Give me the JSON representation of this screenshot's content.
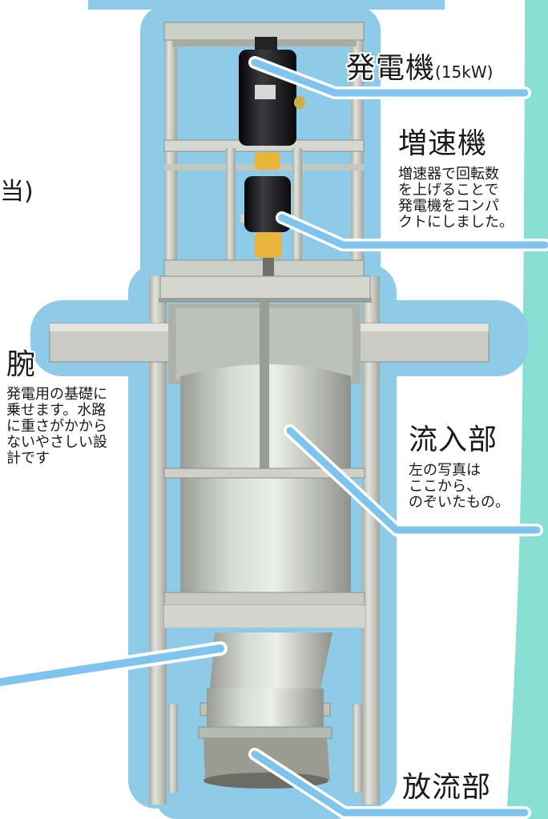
{
  "labels": {
    "generator": {
      "title": "発電機",
      "spec": "(15kW)"
    },
    "gearbox": {
      "title": "増速機",
      "desc": "増速器で回転数\nを上げることで\n発電機をコンパ\nクトにしました。"
    },
    "arm": {
      "title": "腕",
      "desc": "発電用の基礎に\n乗せます。水路\nに重さがかから\nないやさしい設\n計です"
    },
    "inflow": {
      "title": "流入部",
      "desc": "左の写真は\nここから、\nのぞいたもの。"
    },
    "outflow": {
      "title": "放流部"
    },
    "left_fragment": "当)"
  },
  "colors": {
    "background": "#ffffff",
    "halo_blue": "#8ecbe8",
    "right_band": "#88e0d3",
    "frame_metal": "#c9ccc2",
    "frame_dark": "#8d9086",
    "motor": "#1b1b1d",
    "accent_yellow": "#e9b43a",
    "pointer_blue": "#7ec4ec"
  }
}
